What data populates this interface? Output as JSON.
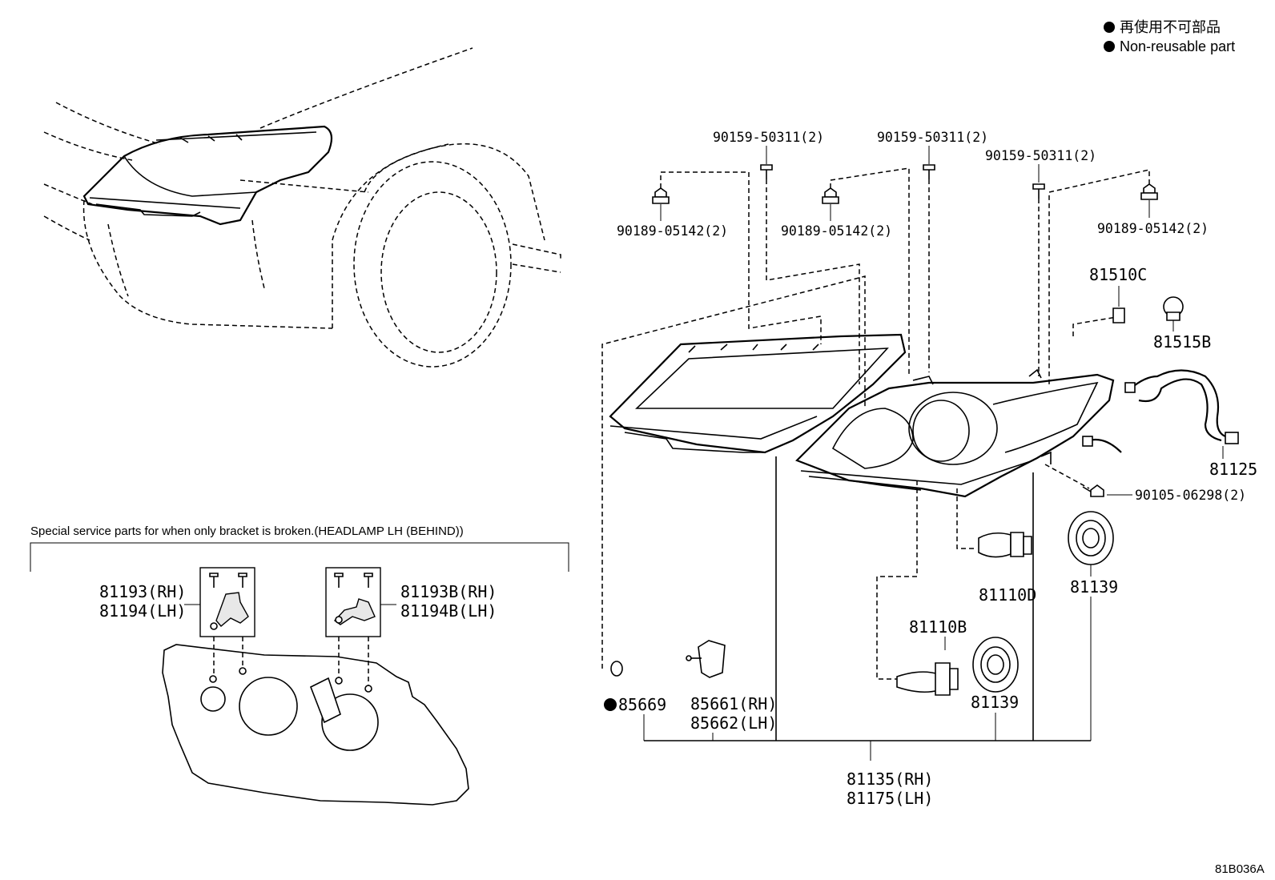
{
  "legend": {
    "jp": "再使用不可部品",
    "en": "Non-reusable part"
  },
  "note": {
    "special_service": "Special service parts for when only bracket is broken.(HEADLAMP LH (BEHIND))"
  },
  "parts": {
    "screw_1": "90159-50311(2)",
    "screw_2": "90159-50311(2)",
    "screw_3": "90159-50311(2)",
    "nut_1": "90189-05142(2)",
    "nut_2": "90189-05142(2)",
    "nut_3": "90189-05142(2)",
    "bulb_81510c": "81510C",
    "socket_81515b": "81515B",
    "wire_81125": "81125",
    "bolt_90105": "90105-06298(2)",
    "bulb_81110d": "81110D",
    "cap_81139_a": "81139",
    "bulb_81110b": "81110B",
    "cap_81139_b": "81139",
    "gasket_85669": "85669",
    "actuator_rh": "85661(RH)",
    "actuator_lh": "85662(LH)",
    "assy_rh": "81135(RH)",
    "assy_lh": "81175(LH)",
    "bracket_rh": "81193(RH)",
    "bracket_lh": "81194(LH)",
    "bracket_b_rh": "81193B(RH)",
    "bracket_b_lh": "81194B(LH)"
  },
  "diagram_code": "81B036A"
}
